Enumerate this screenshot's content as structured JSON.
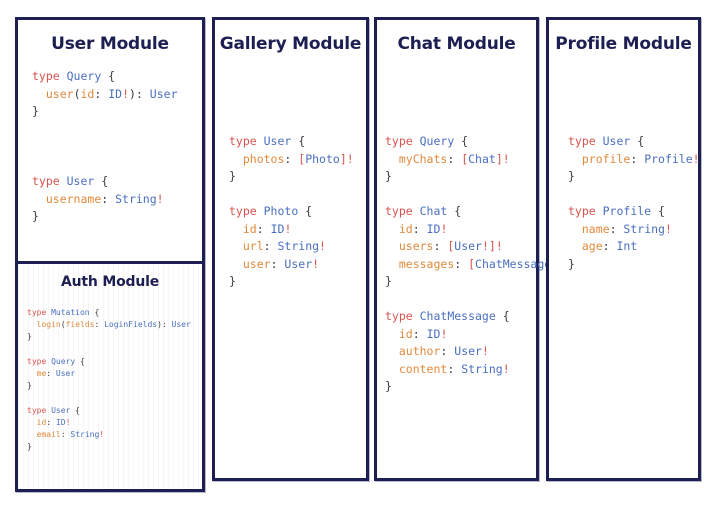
{
  "canvas": {
    "background": "#ffffff",
    "border_color": "#1d1f52",
    "shadow_color": "#b9bad0"
  },
  "syntax_colors": {
    "keyword": "#d9534f",
    "type_name": "#4a6fbf",
    "field_name": "#e08a3c",
    "punctuation": "#3b3b3b",
    "bang": "#d9534f"
  },
  "panels": [
    {
      "id": "user-module",
      "title": "User Module",
      "code_lines": [
        [
          {
            "t": "type ",
            "c": "kw"
          },
          {
            "t": "Query",
            "c": "tnm"
          },
          {
            "t": " {",
            "c": "pun"
          }
        ],
        [
          {
            "t": "  ",
            "c": "pun"
          },
          {
            "t": "user",
            "c": "fld"
          },
          {
            "t": "(",
            "c": "pun"
          },
          {
            "t": "id",
            "c": "fld"
          },
          {
            "t": ": ",
            "c": "pun"
          },
          {
            "t": "ID",
            "c": "tnm"
          },
          {
            "t": "!",
            "c": "bang"
          },
          {
            "t": "): ",
            "c": "pun"
          },
          {
            "t": "User",
            "c": "tnm"
          }
        ],
        [
          {
            "t": "}",
            "c": "pun"
          }
        ],
        [
          {
            "t": "",
            "c": "pun"
          }
        ],
        [
          {
            "t": "",
            "c": "pun"
          }
        ],
        [
          {
            "t": "",
            "c": "pun"
          }
        ],
        [
          {
            "t": "type ",
            "c": "kw"
          },
          {
            "t": "User",
            "c": "tnm"
          },
          {
            "t": " {",
            "c": "pun"
          }
        ],
        [
          {
            "t": "  ",
            "c": "pun"
          },
          {
            "t": "username",
            "c": "fld"
          },
          {
            "t": ": ",
            "c": "pun"
          },
          {
            "t": "String",
            "c": "tnm"
          },
          {
            "t": "!",
            "c": "bang"
          }
        ],
        [
          {
            "t": "}",
            "c": "pun"
          }
        ]
      ],
      "nested": {
        "id": "auth-module",
        "title": "Auth Module",
        "code_lines": [
          [
            {
              "t": "type ",
              "c": "kw"
            },
            {
              "t": "Mutation",
              "c": "tnm"
            },
            {
              "t": " {",
              "c": "pun"
            }
          ],
          [
            {
              "t": "  ",
              "c": "pun"
            },
            {
              "t": "login",
              "c": "fld"
            },
            {
              "t": "(",
              "c": "pun"
            },
            {
              "t": "fields",
              "c": "fld"
            },
            {
              "t": ": ",
              "c": "pun"
            },
            {
              "t": "LoginFields",
              "c": "tnm"
            },
            {
              "t": "): ",
              "c": "pun"
            },
            {
              "t": "User",
              "c": "tnm"
            }
          ],
          [
            {
              "t": "}",
              "c": "pun"
            }
          ],
          [
            {
              "t": "",
              "c": "pun"
            }
          ],
          [
            {
              "t": "type ",
              "c": "kw"
            },
            {
              "t": "Query",
              "c": "tnm"
            },
            {
              "t": " {",
              "c": "pun"
            }
          ],
          [
            {
              "t": "  ",
              "c": "pun"
            },
            {
              "t": "me",
              "c": "fld"
            },
            {
              "t": ": ",
              "c": "pun"
            },
            {
              "t": "User",
              "c": "tnm"
            }
          ],
          [
            {
              "t": "}",
              "c": "pun"
            }
          ],
          [
            {
              "t": "",
              "c": "pun"
            }
          ],
          [
            {
              "t": "type ",
              "c": "kw"
            },
            {
              "t": "User",
              "c": "tnm"
            },
            {
              "t": " {",
              "c": "pun"
            }
          ],
          [
            {
              "t": "  ",
              "c": "pun"
            },
            {
              "t": "id",
              "c": "fld"
            },
            {
              "t": ": ",
              "c": "pun"
            },
            {
              "t": "ID",
              "c": "tnm"
            },
            {
              "t": "!",
              "c": "bang"
            }
          ],
          [
            {
              "t": "  ",
              "c": "pun"
            },
            {
              "t": "email",
              "c": "fld"
            },
            {
              "t": ": ",
              "c": "pun"
            },
            {
              "t": "String",
              "c": "tnm"
            },
            {
              "t": "!",
              "c": "bang"
            }
          ],
          [
            {
              "t": "}",
              "c": "pun"
            }
          ]
        ]
      }
    },
    {
      "id": "gallery-module",
      "title": "Gallery Module",
      "code_lines": [
        [
          {
            "t": "type ",
            "c": "kw"
          },
          {
            "t": "User",
            "c": "tnm"
          },
          {
            "t": " {",
            "c": "pun"
          }
        ],
        [
          {
            "t": "  ",
            "c": "pun"
          },
          {
            "t": "photos",
            "c": "fld"
          },
          {
            "t": ": ",
            "c": "pun"
          },
          {
            "t": "[",
            "c": "bang"
          },
          {
            "t": "Photo",
            "c": "tnm"
          },
          {
            "t": "]",
            "c": "bang"
          },
          {
            "t": "!",
            "c": "bang"
          }
        ],
        [
          {
            "t": "}",
            "c": "pun"
          }
        ],
        [
          {
            "t": "",
            "c": "pun"
          }
        ],
        [
          {
            "t": "type ",
            "c": "kw"
          },
          {
            "t": "Photo",
            "c": "tnm"
          },
          {
            "t": " {",
            "c": "pun"
          }
        ],
        [
          {
            "t": "  ",
            "c": "pun"
          },
          {
            "t": "id",
            "c": "fld"
          },
          {
            "t": ": ",
            "c": "pun"
          },
          {
            "t": "ID",
            "c": "tnm"
          },
          {
            "t": "!",
            "c": "bang"
          }
        ],
        [
          {
            "t": "  ",
            "c": "pun"
          },
          {
            "t": "url",
            "c": "fld"
          },
          {
            "t": ": ",
            "c": "pun"
          },
          {
            "t": "String",
            "c": "tnm"
          },
          {
            "t": "!",
            "c": "bang"
          }
        ],
        [
          {
            "t": "  ",
            "c": "pun"
          },
          {
            "t": "user",
            "c": "fld"
          },
          {
            "t": ": ",
            "c": "pun"
          },
          {
            "t": "User",
            "c": "tnm"
          },
          {
            "t": "!",
            "c": "bang"
          }
        ],
        [
          {
            "t": "}",
            "c": "pun"
          }
        ]
      ]
    },
    {
      "id": "chat-module",
      "title": "Chat Module",
      "code_lines": [
        [
          {
            "t": "type ",
            "c": "kw"
          },
          {
            "t": "Query",
            "c": "tnm"
          },
          {
            "t": " {",
            "c": "pun"
          }
        ],
        [
          {
            "t": "  ",
            "c": "pun"
          },
          {
            "t": "myChats",
            "c": "fld"
          },
          {
            "t": ": ",
            "c": "pun"
          },
          {
            "t": "[",
            "c": "bang"
          },
          {
            "t": "Chat",
            "c": "tnm"
          },
          {
            "t": "]",
            "c": "bang"
          },
          {
            "t": "!",
            "c": "bang"
          }
        ],
        [
          {
            "t": "}",
            "c": "pun"
          }
        ],
        [
          {
            "t": "",
            "c": "pun"
          }
        ],
        [
          {
            "t": "type ",
            "c": "kw"
          },
          {
            "t": "Chat",
            "c": "tnm"
          },
          {
            "t": " {",
            "c": "pun"
          }
        ],
        [
          {
            "t": "  ",
            "c": "pun"
          },
          {
            "t": "id",
            "c": "fld"
          },
          {
            "t": ": ",
            "c": "pun"
          },
          {
            "t": "ID",
            "c": "tnm"
          },
          {
            "t": "!",
            "c": "bang"
          }
        ],
        [
          {
            "t": "  ",
            "c": "pun"
          },
          {
            "t": "users",
            "c": "fld"
          },
          {
            "t": ": ",
            "c": "pun"
          },
          {
            "t": "[",
            "c": "bang"
          },
          {
            "t": "User",
            "c": "tnm"
          },
          {
            "t": "!",
            "c": "bang"
          },
          {
            "t": "]",
            "c": "bang"
          },
          {
            "t": "!",
            "c": "bang"
          }
        ],
        [
          {
            "t": "  ",
            "c": "pun"
          },
          {
            "t": "messages",
            "c": "fld"
          },
          {
            "t": ": ",
            "c": "pun"
          },
          {
            "t": "[",
            "c": "bang"
          },
          {
            "t": "ChatMessage",
            "c": "tnm"
          },
          {
            "t": "]",
            "c": "bang"
          },
          {
            "t": "!",
            "c": "bang"
          }
        ],
        [
          {
            "t": "}",
            "c": "pun"
          }
        ],
        [
          {
            "t": "",
            "c": "pun"
          }
        ],
        [
          {
            "t": "type ",
            "c": "kw"
          },
          {
            "t": "ChatMessage",
            "c": "tnm"
          },
          {
            "t": " {",
            "c": "pun"
          }
        ],
        [
          {
            "t": "  ",
            "c": "pun"
          },
          {
            "t": "id",
            "c": "fld"
          },
          {
            "t": ": ",
            "c": "pun"
          },
          {
            "t": "ID",
            "c": "tnm"
          },
          {
            "t": "!",
            "c": "bang"
          }
        ],
        [
          {
            "t": "  ",
            "c": "pun"
          },
          {
            "t": "author",
            "c": "fld"
          },
          {
            "t": ": ",
            "c": "pun"
          },
          {
            "t": "User",
            "c": "tnm"
          },
          {
            "t": "!",
            "c": "bang"
          }
        ],
        [
          {
            "t": "  ",
            "c": "pun"
          },
          {
            "t": "content",
            "c": "fld"
          },
          {
            "t": ": ",
            "c": "pun"
          },
          {
            "t": "String",
            "c": "tnm"
          },
          {
            "t": "!",
            "c": "bang"
          }
        ],
        [
          {
            "t": "}",
            "c": "pun"
          }
        ]
      ]
    },
    {
      "id": "profile-module",
      "title": "Profile Module",
      "code_lines": [
        [
          {
            "t": "type ",
            "c": "kw"
          },
          {
            "t": "User",
            "c": "tnm"
          },
          {
            "t": " {",
            "c": "pun"
          }
        ],
        [
          {
            "t": "  ",
            "c": "pun"
          },
          {
            "t": "profile",
            "c": "fld"
          },
          {
            "t": ": ",
            "c": "pun"
          },
          {
            "t": "Profile",
            "c": "tnm"
          },
          {
            "t": "!",
            "c": "bang"
          }
        ],
        [
          {
            "t": "}",
            "c": "pun"
          }
        ],
        [
          {
            "t": "",
            "c": "pun"
          }
        ],
        [
          {
            "t": "type ",
            "c": "kw"
          },
          {
            "t": "Profile",
            "c": "tnm"
          },
          {
            "t": " {",
            "c": "pun"
          }
        ],
        [
          {
            "t": "  ",
            "c": "pun"
          },
          {
            "t": "name",
            "c": "fld"
          },
          {
            "t": ": ",
            "c": "pun"
          },
          {
            "t": "String",
            "c": "tnm"
          },
          {
            "t": "!",
            "c": "bang"
          }
        ],
        [
          {
            "t": "  ",
            "c": "pun"
          },
          {
            "t": "age",
            "c": "fld"
          },
          {
            "t": ": ",
            "c": "pun"
          },
          {
            "t": "Int",
            "c": "tnm"
          }
        ],
        [
          {
            "t": "}",
            "c": "pun"
          }
        ]
      ]
    }
  ]
}
